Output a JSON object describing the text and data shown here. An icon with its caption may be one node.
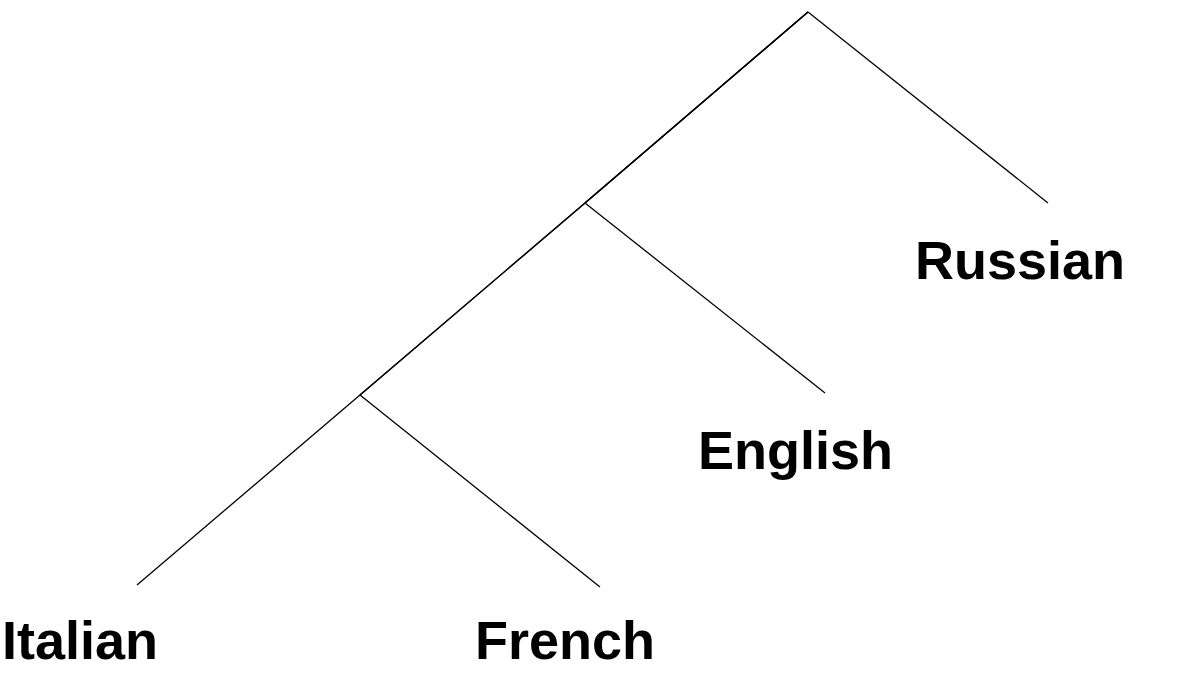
{
  "diagram": {
    "nodes": [
      {
        "text": [
          "Russian"
        ]
      },
      {
        "text": [
          "English"
        ]
      },
      {
        "text": [
          "Italian"
        ]
      },
      {
        "text": [
          "French"
        ]
      }
    ],
    "edges": [
      {
        "from": null,
        "to": 0,
        "arrow": "none"
      },
      {
        "from": null,
        "to": 1,
        "arrow": "none"
      },
      {
        "from": null,
        "to": 2,
        "arrow": "none"
      },
      {
        "from": null,
        "to": 3,
        "arrow": "none"
      }
    ]
  }
}
